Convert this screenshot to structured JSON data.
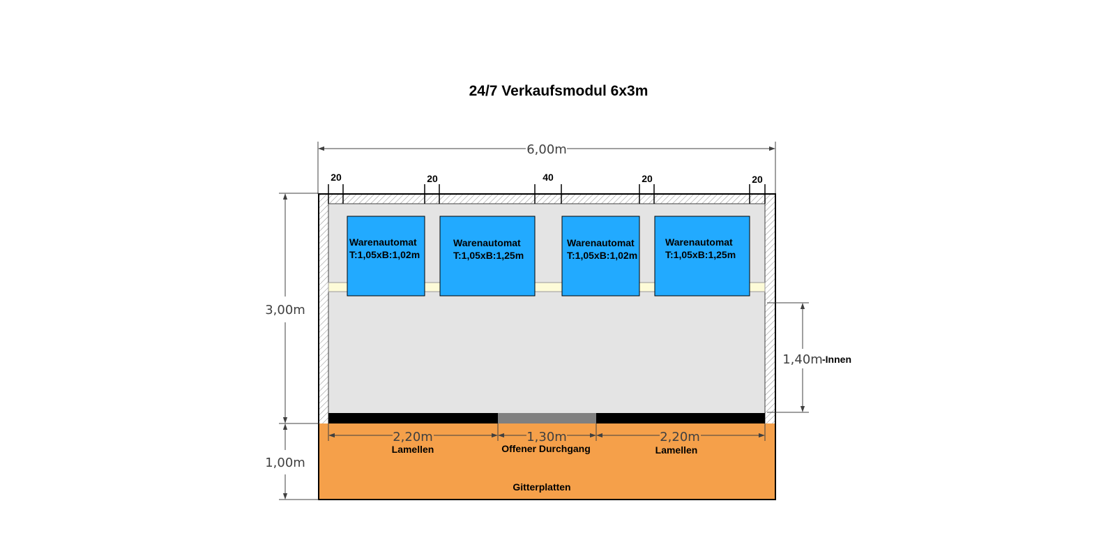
{
  "title": "24/7 Verkaufsmodul 6x3m",
  "dimensions": {
    "overall_width": "6,00m",
    "depth": "3,00m",
    "front_strip": "1,00m",
    "inner_depth": "1,40m",
    "inner_suffix": "-Innen"
  },
  "gaps": [
    "20",
    "20",
    "40",
    "20",
    "20"
  ],
  "machines": [
    {
      "name": "Warenautomat",
      "size": "T:1,05xB:1,02m"
    },
    {
      "name": "Warenautomat",
      "size": "T:1,05xB:1,25m"
    },
    {
      "name": "Warenautomat",
      "size": "T:1,05xB:1,02m"
    },
    {
      "name": "Warenautomat",
      "size": "T:1,05xB:1,25m"
    }
  ],
  "front_segments": [
    {
      "width": "2,20m",
      "label": "Lamellen"
    },
    {
      "width": "1,30m",
      "label": "Offener Durchgang"
    },
    {
      "width": "2,20m",
      "label": "Lamellen"
    }
  ],
  "floor_label": "Gitterplatten",
  "colors": {
    "machine_fill": "#22aaff",
    "floor_orange": "#f5a04a",
    "interior_grey": "#e4e4e4",
    "rail_cream": "#fdfbd8",
    "lamellen_black": "#000000",
    "passage_grey": "#808080"
  }
}
